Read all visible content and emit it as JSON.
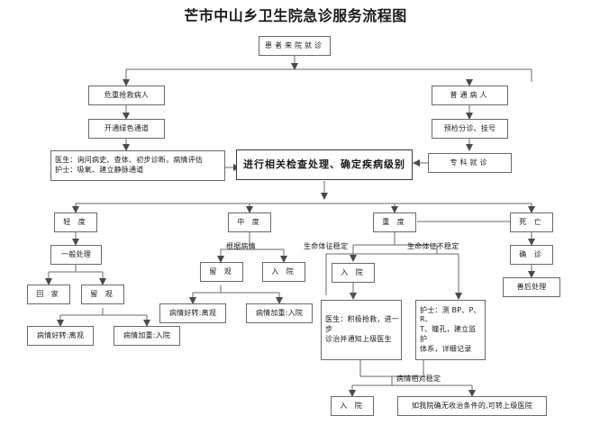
{
  "title": "芒市中山乡卫生院急诊服务流程图",
  "nodes": {
    "patient_arrive": "患者来院就诊",
    "critical_patient": "危重抢救病人",
    "green_channel": "开通绿色通道",
    "doctor_nurse_initial_line1": "医生：询问病史、查体、初步诊断，病情评估",
    "doctor_nurse_initial_line2": "护士：吸氧、建立静脉通道",
    "ordinary_patient": "普通病人",
    "triage_register": "预检分诊、挂号",
    "specialist_visit": "专科就诊",
    "exam_and_grade": "进行相关检查处理、确定疾病级别",
    "mild": "轻 度",
    "moderate": "中 度",
    "severe": "重 度",
    "death": "死 亡",
    "general_treatment": "一般处理",
    "go_home": "回 家",
    "observation_mild": "留 观",
    "mild_improve": "病情好转:离观",
    "mild_worsen": "病情加重:入院",
    "per_condition": "根据病情",
    "observation_mod": "留 观",
    "admit_mod": "入 院",
    "mod_improve": "病情好转:离观",
    "mod_worsen": "病情加重:入院",
    "vitals_stable_label": "生命体征稳定",
    "vitals_unstable_label": "生命体征不稳定",
    "admit_stable": "入 院",
    "doctor_rescue_line1": "医生：积极抢救，进一步",
    "doctor_rescue_line2": "诊治并通知上级医生",
    "nurse_monitor_line1": "护士：测 BP、P、R、",
    "nurse_monitor_line2": "T、瞳孔，建立监护",
    "nurse_monitor_line3": "体系，详细记录",
    "relatively_stable_label": "病情相对稳定",
    "admit_final": "入 院",
    "transfer_up": "如我院确无收治条件的,可转上级医院",
    "confirm_death": "确 诊",
    "aftercare": "善后处理"
  },
  "colors": {
    "border": "#6a6a6a",
    "line": "#6a6a6a",
    "text": "#1a1a1a",
    "background": "#ffffff"
  }
}
